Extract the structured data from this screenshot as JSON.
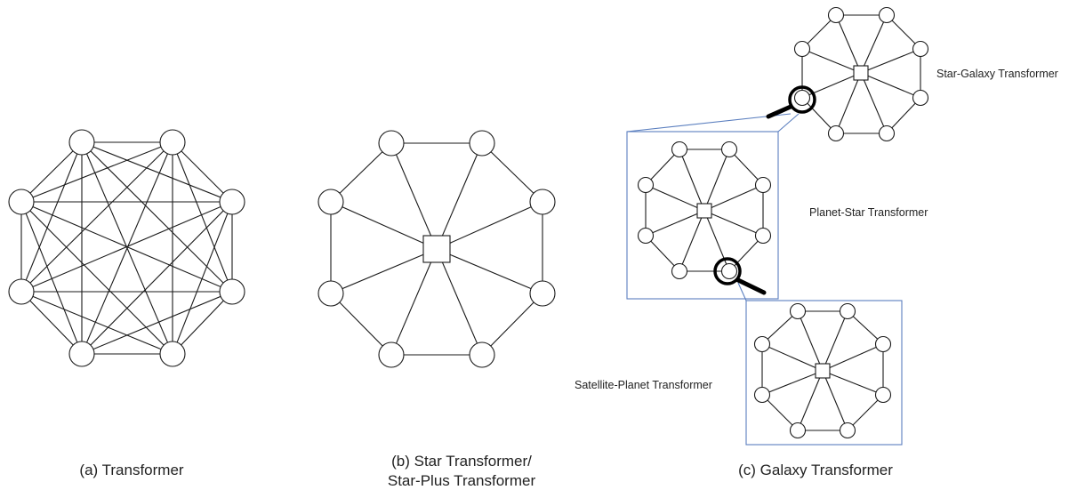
{
  "panels": {
    "a": {
      "caption": "(a) Transformer"
    },
    "b": {
      "caption_line1": "(b) Star Transformer/",
      "caption_line2": "Star-Plus Transformer"
    },
    "c": {
      "caption": "(c) Galaxy Transformer",
      "star_galaxy_label": "Star-Galaxy Transformer",
      "planet_star_label": "Planet-Star Transformer",
      "satellite_planet_label": "Satellite-Planet Transformer"
    }
  },
  "graphs": [
    {
      "id": "transformer",
      "topology": "fully-connected",
      "nodes": 8
    },
    {
      "id": "star-transformer",
      "topology": "ring-with-central-hub",
      "nodes": 8,
      "hub": "square"
    },
    {
      "id": "star-galaxy",
      "topology": "ring-with-central-hub",
      "nodes": 8,
      "hub": "square"
    },
    {
      "id": "planet-star",
      "topology": "ring-with-central-hub",
      "nodes": 8,
      "hub": "square"
    },
    {
      "id": "satellite-planet",
      "topology": "ring-with-central-hub",
      "nodes": 8,
      "hub": "square"
    }
  ],
  "colors": {
    "frame": "#5b7fbf",
    "stroke": "#1a1a1a",
    "background": "#ffffff"
  },
  "icons": [
    "magnifier-icon",
    "magnifier-icon"
  ]
}
